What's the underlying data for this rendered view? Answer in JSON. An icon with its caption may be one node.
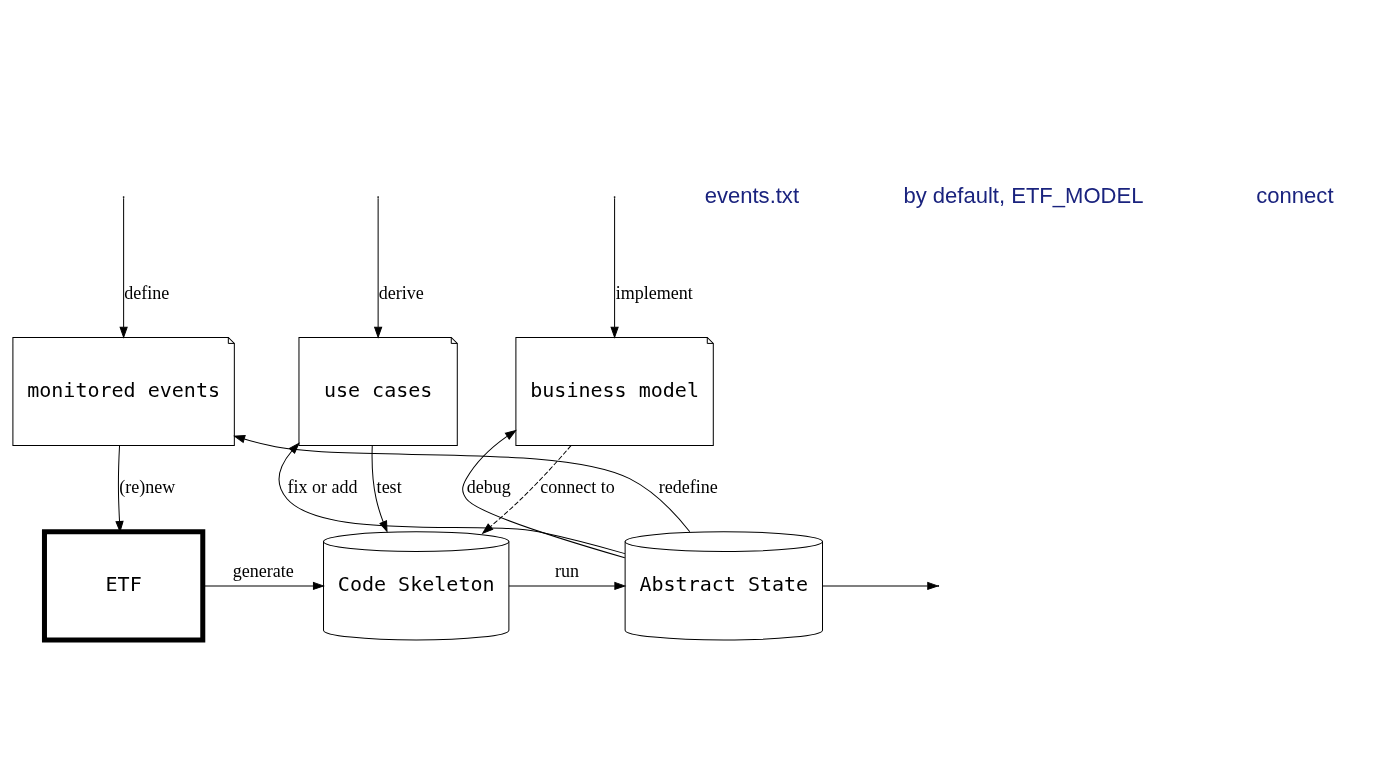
{
  "diagram": {
    "nodes": [
      {
        "text": [
          "monitored events"
        ]
      },
      {
        "text": [
          "business model"
        ]
      },
      {
        "text": [
          "use cases"
        ]
      },
      {
        "text": [
          "ETF"
        ]
      },
      {
        "text": [
          "Code Skeleton"
        ]
      },
      {
        "text": [
          "Abstract State"
        ]
      }
    ],
    "edges": [
      {
        "from": null,
        "to": 0,
        "arrow": "to",
        "label": "define"
      },
      {
        "from": null,
        "to": 1,
        "arrow": "to",
        "label": "implement"
      },
      {
        "from": null,
        "to": 2,
        "arrow": "to",
        "label": "derive"
      },
      {
        "from": 0,
        "to": 3,
        "arrow": "to",
        "label": "(re)new"
      },
      {
        "from": 1,
        "to": 4,
        "arrow": "to",
        "label": "connect to",
        "style": "dashed"
      },
      {
        "from": 2,
        "to": 4,
        "arrow": "to",
        "label": "test"
      },
      {
        "from": 3,
        "to": 4,
        "arrow": "to",
        "label": "generate"
      },
      {
        "from": 4,
        "to": 5,
        "arrow": "to",
        "label": "run"
      },
      {
        "from": 5,
        "to": 2,
        "arrow": "to",
        "label": "fix or add"
      },
      {
        "from": 5,
        "to": 1,
        "arrow": "to",
        "label": "debug"
      },
      {
        "from": 5,
        "to": 0,
        "arrow": "to",
        "label": "redefine"
      },
      {
        "from": 5,
        "to": null,
        "arrow": "to"
      }
    ],
    "labels": [
      "events.txt",
      "by default, ETF_MODEL",
      "connect"
    ]
  }
}
